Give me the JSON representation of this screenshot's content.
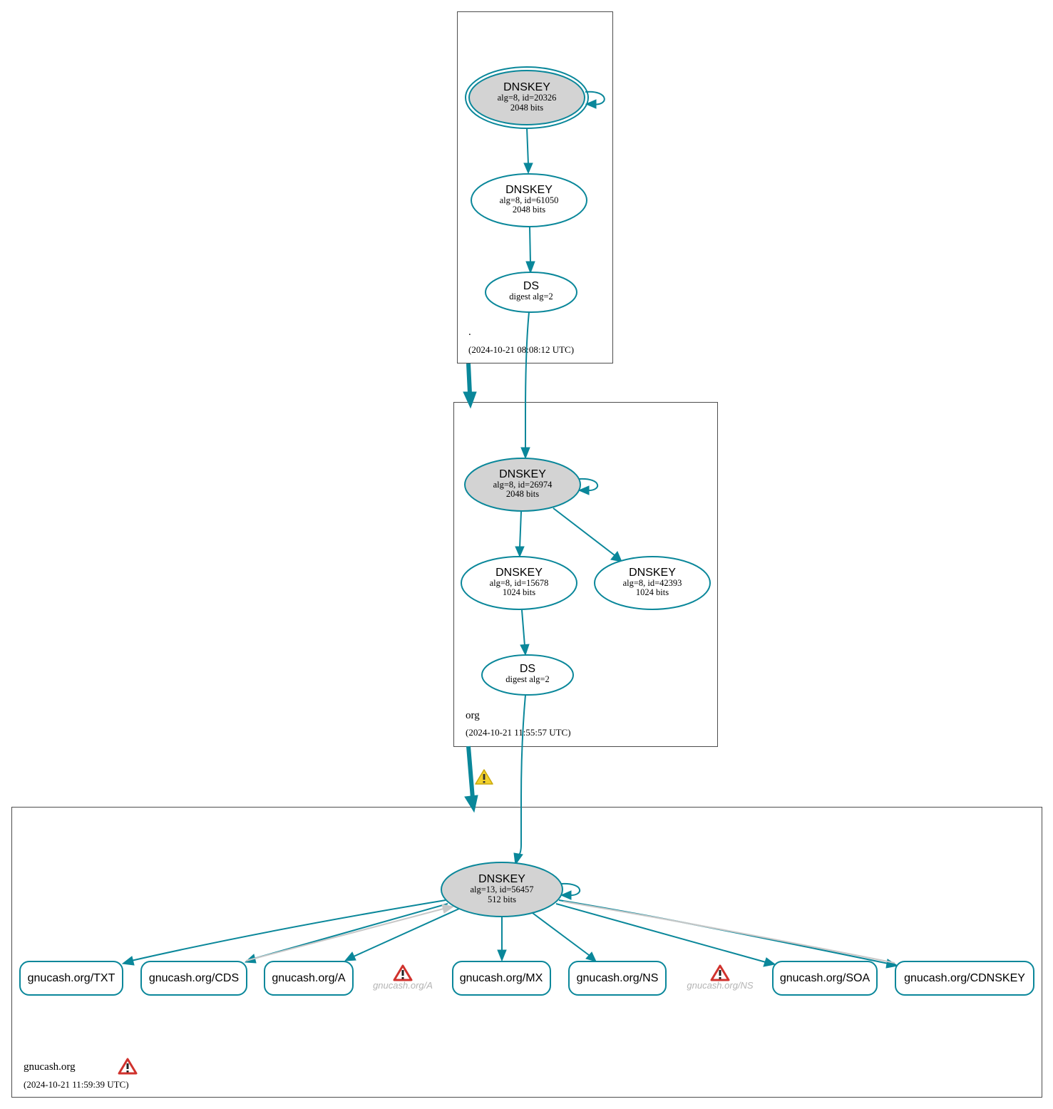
{
  "colors": {
    "edge": "#0a879a",
    "ksk_fill": "#d3d3d3",
    "zone_border": "#4d4d4d",
    "insecure_edge": "#c8c8c8",
    "error_icon": "#d0322d",
    "warning_icon": "#f2d12c"
  },
  "zones": {
    "root": {
      "name": ".",
      "timestamp": "(2024-10-21 08:08:12 UTC)"
    },
    "org": {
      "name": "org",
      "timestamp": "(2024-10-21 11:55:57 UTC)"
    },
    "gnucash": {
      "name": "gnucash.org",
      "timestamp": "(2024-10-21 11:59:39 UTC)"
    }
  },
  "nodes": {
    "root_ksk": {
      "type": "DNSKEY",
      "line1": "alg=8, id=20326",
      "line2": "2048 bits"
    },
    "root_zsk": {
      "type": "DNSKEY",
      "line1": "alg=8, id=61050",
      "line2": "2048 bits"
    },
    "root_ds": {
      "type": "DS",
      "line1": "digest alg=2"
    },
    "org_ksk": {
      "type": "DNSKEY",
      "line1": "alg=8, id=26974",
      "line2": "2048 bits"
    },
    "org_zsk1": {
      "type": "DNSKEY",
      "line1": "alg=8, id=15678",
      "line2": "1024 bits"
    },
    "org_zsk2": {
      "type": "DNSKEY",
      "line1": "alg=8, id=42393",
      "line2": "1024 bits"
    },
    "org_ds": {
      "type": "DS",
      "line1": "digest alg=2"
    },
    "gnu_ksk": {
      "type": "DNSKEY",
      "line1": "alg=13, id=56457",
      "line2": "512 bits"
    }
  },
  "rrsets": {
    "txt": "gnucash.org/TXT",
    "cds": "gnucash.org/CDS",
    "a": "gnucash.org/A",
    "mx": "gnucash.org/MX",
    "ns": "gnucash.org/NS",
    "soa": "gnucash.org/SOA",
    "cdnskey": "gnucash.org/CDNSKEY"
  },
  "nxrrsets": {
    "a": "gnucash.org/A",
    "ns": "gnucash.org/NS"
  },
  "icons": {
    "error": "error-triangle-icon",
    "warning": "warning-triangle-icon"
  }
}
